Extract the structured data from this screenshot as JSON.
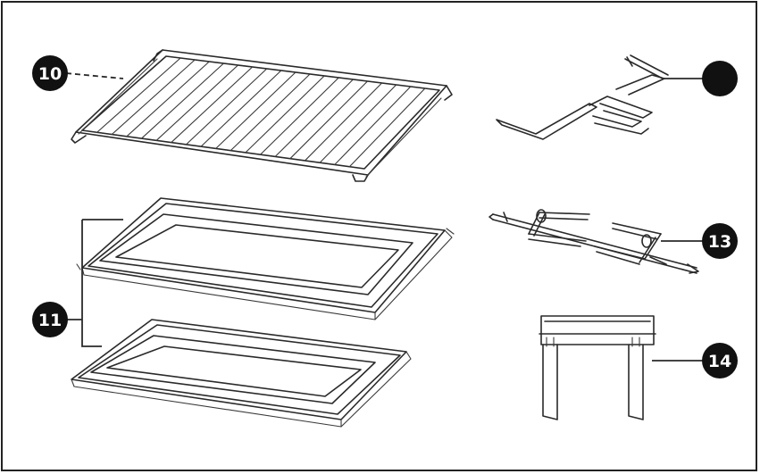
{
  "callouts": [
    {
      "id": "rack",
      "label": "10"
    },
    {
      "id": "trays",
      "label": "11"
    },
    {
      "id": "forks",
      "label": ""
    },
    {
      "id": "rotisserie",
      "label": "13"
    },
    {
      "id": "handle",
      "label": "14"
    }
  ],
  "colors": {
    "line": "#2a2a2a",
    "callout_fill": "#111111",
    "callout_text": "#ffffff",
    "frame": "#222222"
  }
}
